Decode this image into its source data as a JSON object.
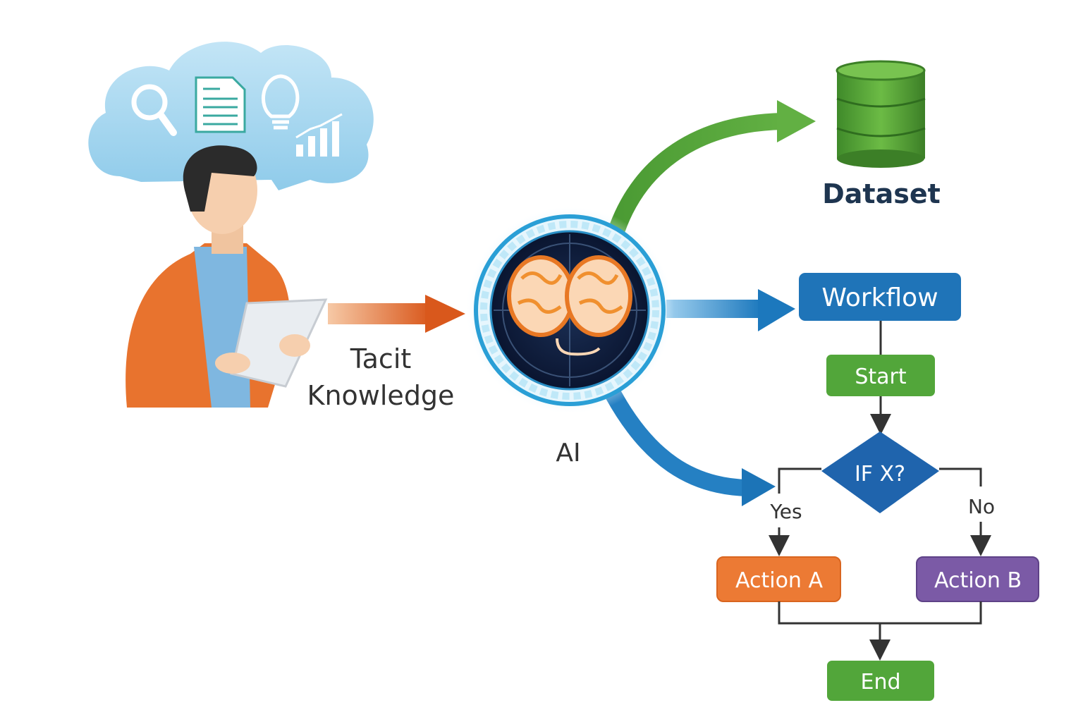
{
  "labels": {
    "tacit_line1": "Tacit",
    "tacit_line2": "Knowledge",
    "ai": "AI",
    "dataset": "Dataset",
    "workflow": "Workflow"
  },
  "flowchart": {
    "start": "Start",
    "decision": "IF X?",
    "yes": "Yes",
    "no": "No",
    "action_a": "Action A",
    "action_b": "Action B",
    "end": "End"
  },
  "colors": {
    "orange": "#ec7a34",
    "green": "#52a63a",
    "blue": "#1f74b8",
    "purple": "#7b5aa6",
    "navy_text": "#1e3550",
    "dark_text": "#333333"
  },
  "icons": [
    "search-icon",
    "document-icon",
    "lightbulb-icon",
    "bar-chart-icon",
    "brain-icon",
    "database-icon"
  ]
}
